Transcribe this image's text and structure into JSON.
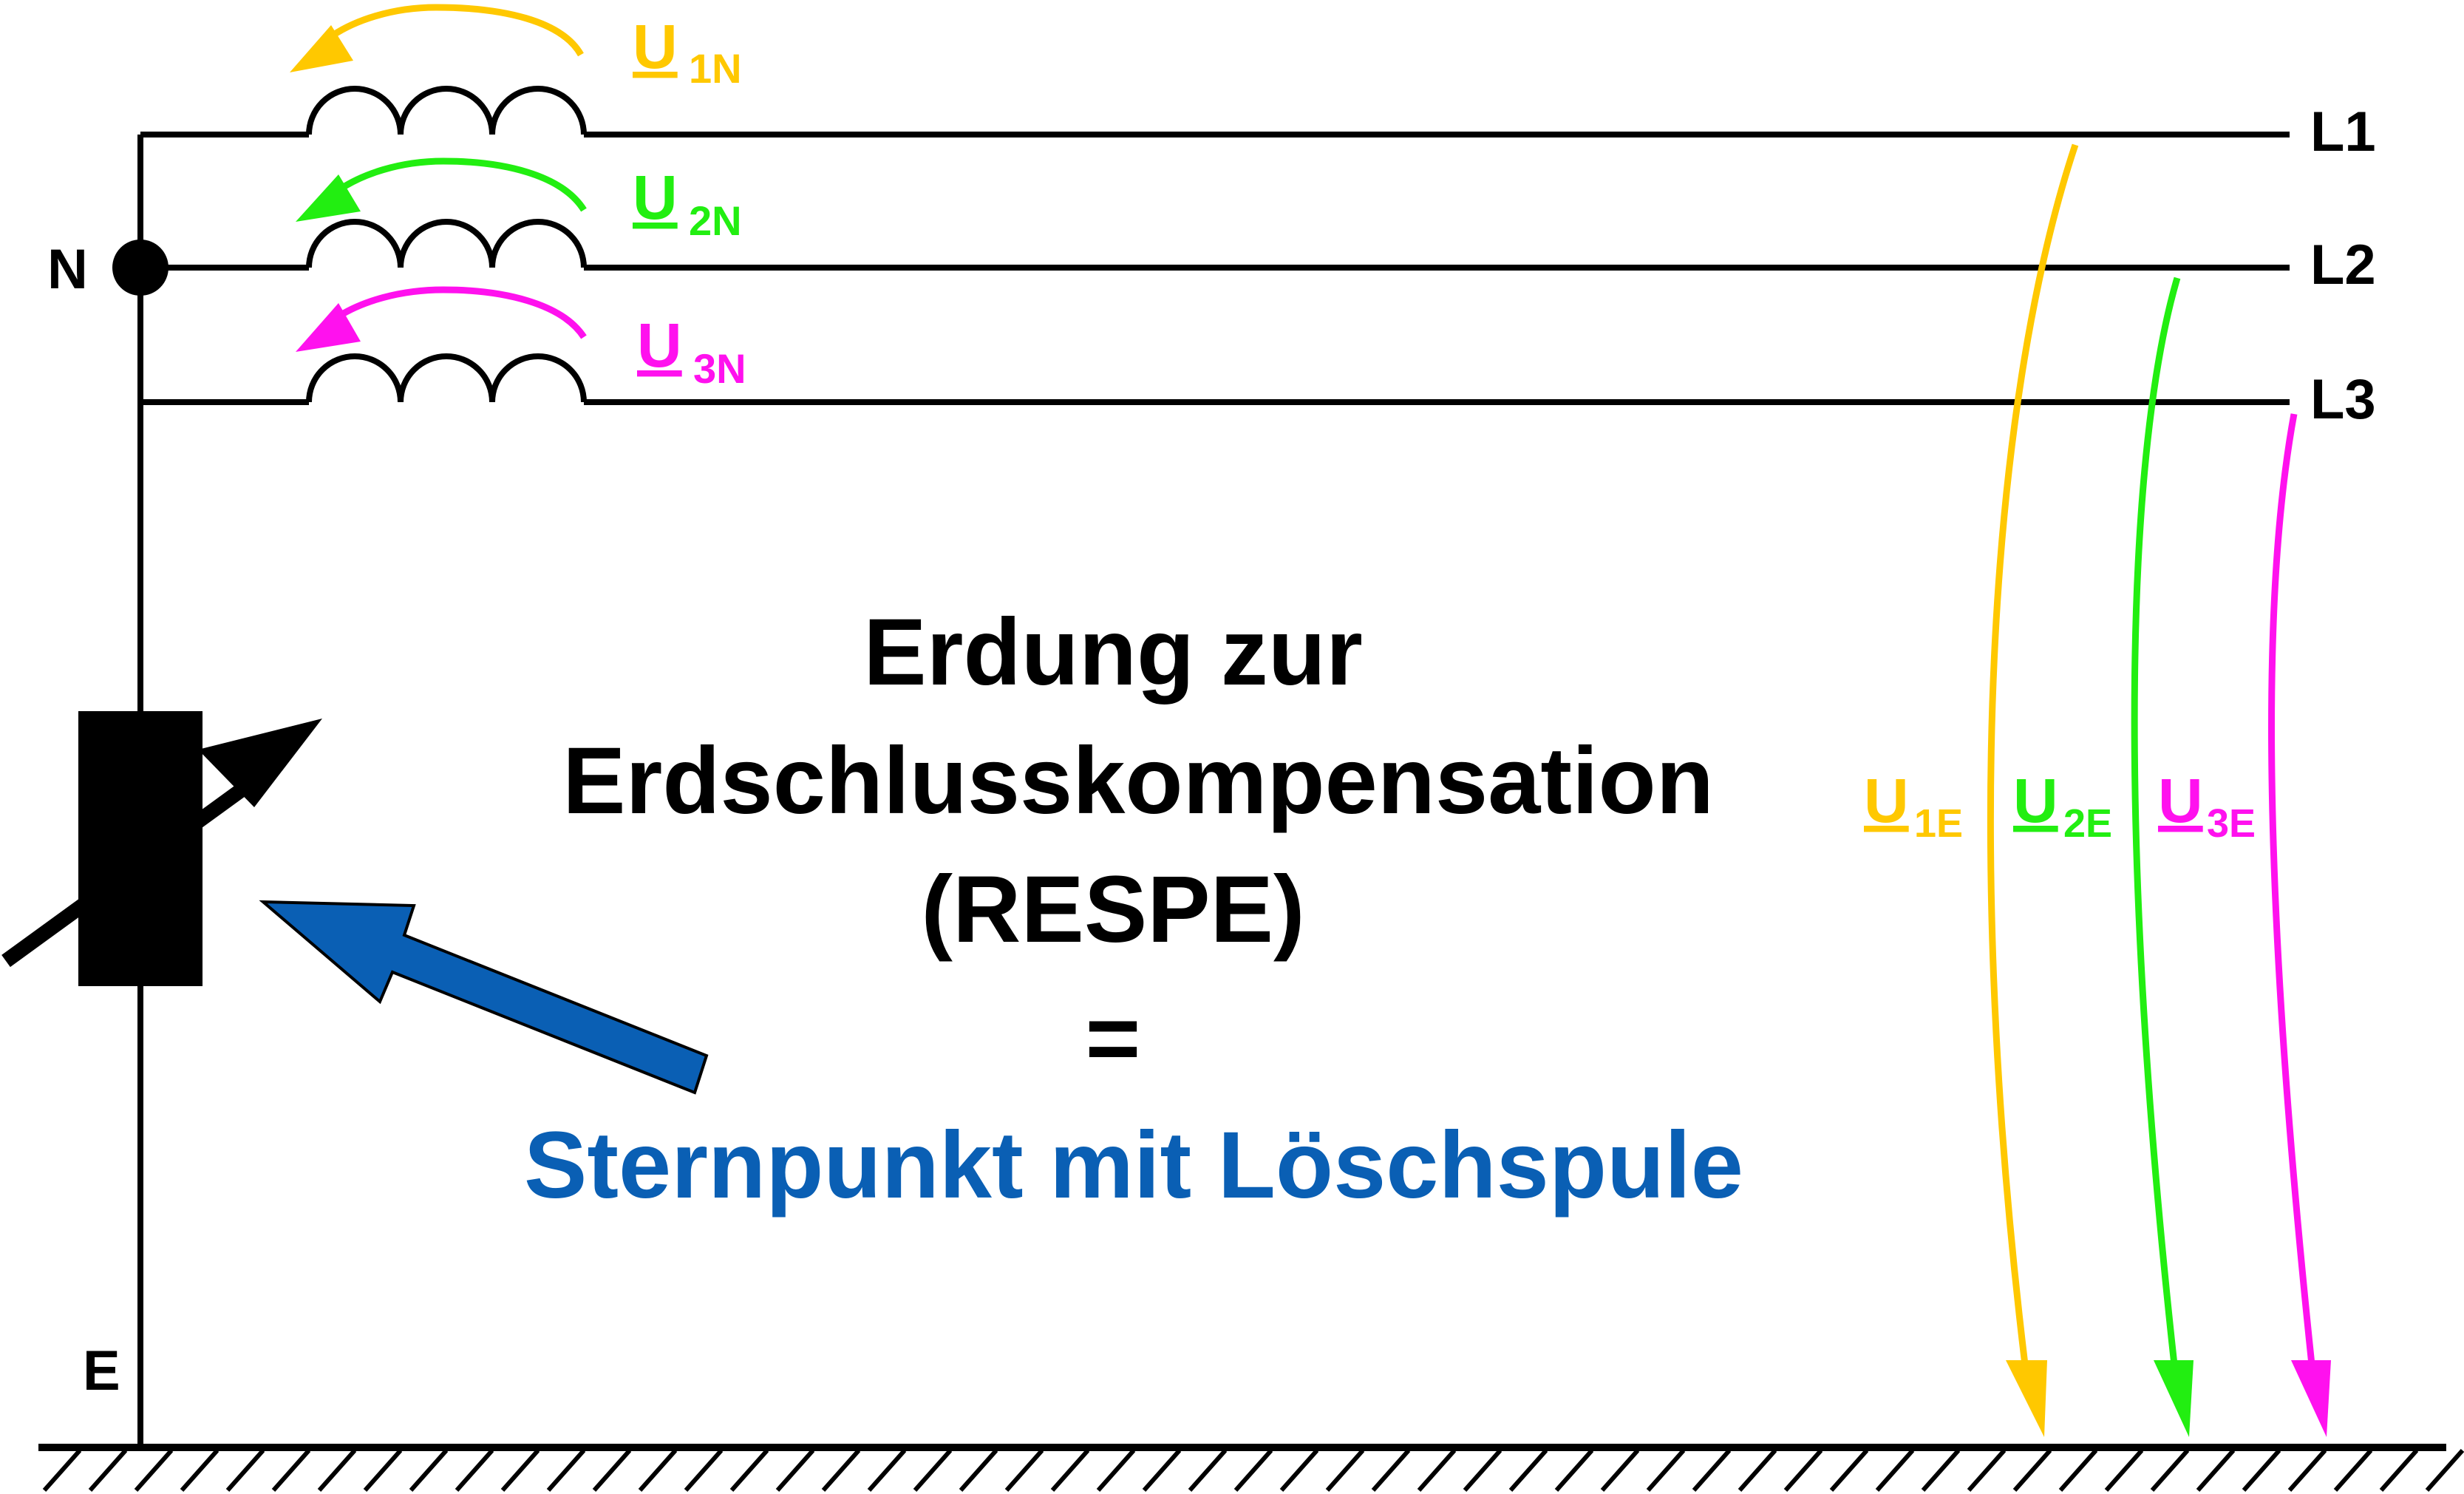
{
  "labels": {
    "neutral": "N",
    "earth": "E",
    "L1": "L1",
    "L2": "L2",
    "L3": "L3"
  },
  "voltages": {
    "u1n": {
      "main": "U",
      "sub": "1N",
      "color": "#FFC800"
    },
    "u2n": {
      "main": "U",
      "sub": "2N",
      "color": "#22EE11"
    },
    "u3n": {
      "main": "U",
      "sub": "3N",
      "color": "#FF11EE"
    },
    "u1e": {
      "main": "U",
      "sub": "1E",
      "color": "#FFC800"
    },
    "u2e": {
      "main": "U",
      "sub": "2E",
      "color": "#22EE11"
    },
    "u3e": {
      "main": "U",
      "sub": "3E",
      "color": "#FF11EE"
    }
  },
  "title": {
    "line1": "Erdung zur",
    "line2": "Erdschlusskompensation",
    "line3": "(RESPE)",
    "equals": "=",
    "result": "Sternpunkt mit Löschspule",
    "result_color": "#0A5FB4"
  },
  "pointer_arrow_color": "#0A5FB4",
  "icons": {
    "coils": "inductor-coil-icon",
    "petersen_coil": "variable-inductor-icon",
    "ground": "ground-hatch-icon"
  }
}
